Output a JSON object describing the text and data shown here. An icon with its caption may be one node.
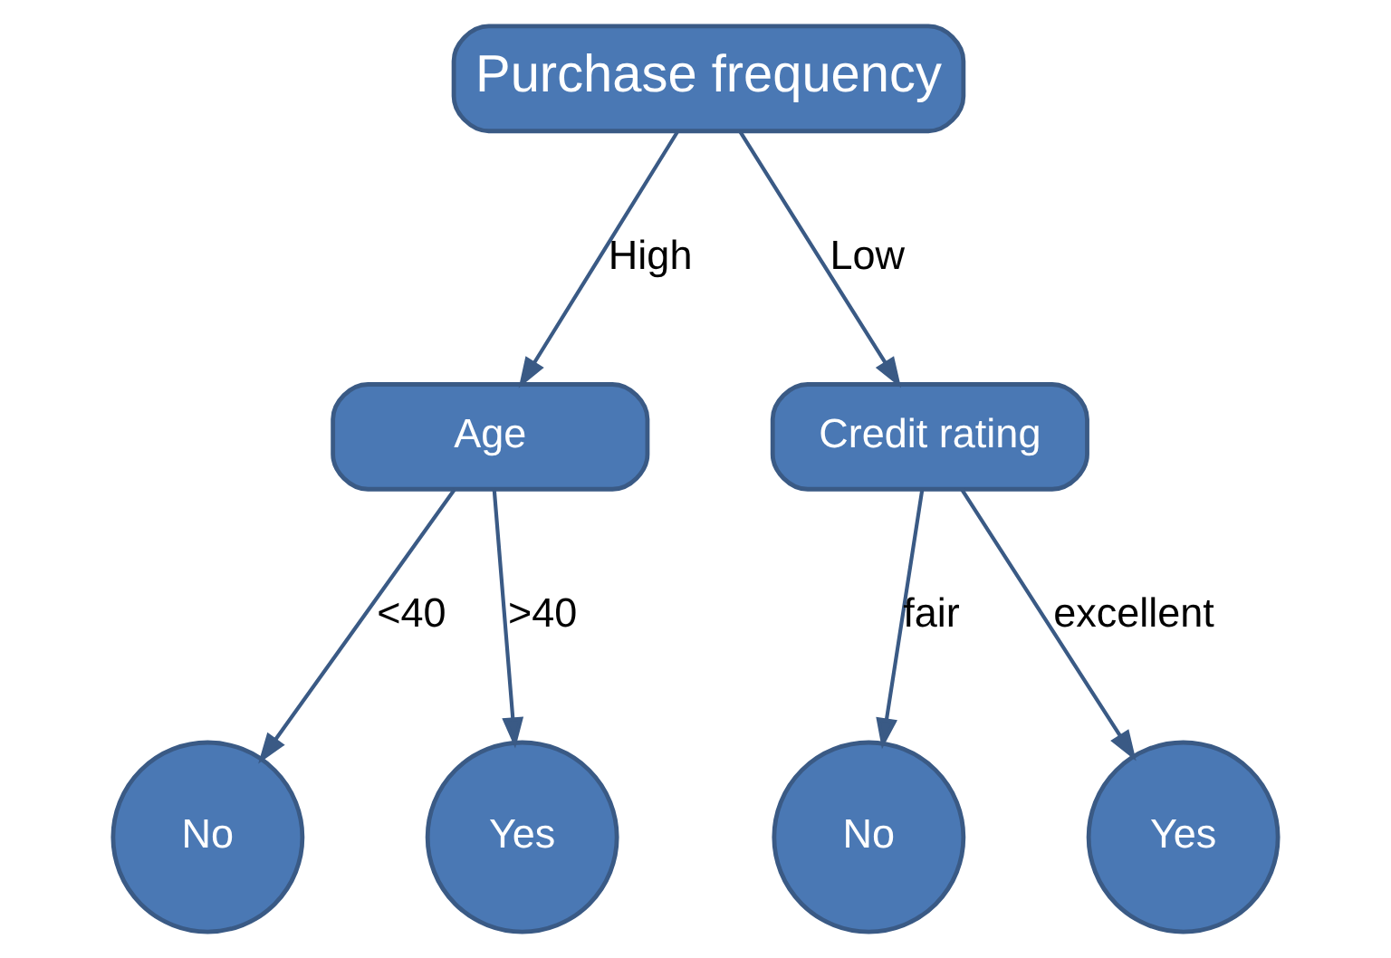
{
  "diagram": {
    "nodes": [
      {
        "text": [
          "Purchase frequency"
        ]
      },
      {
        "text": [
          "Age"
        ]
      },
      {
        "text": [
          "Credit rating"
        ]
      },
      {
        "text": [
          "No"
        ]
      },
      {
        "text": [
          "Yes"
        ]
      },
      {
        "text": [
          "No"
        ]
      },
      {
        "text": [
          "Yes"
        ]
      }
    ],
    "edges": [
      {
        "from": 0,
        "to": 1,
        "arrow": "to",
        "label": "High"
      },
      {
        "from": 0,
        "to": 2,
        "arrow": "to",
        "label": "Low"
      },
      {
        "from": 1,
        "to": 3,
        "arrow": "to",
        "label": "<40"
      },
      {
        "from": 1,
        "to": 4,
        "arrow": "to",
        "label": ">40"
      },
      {
        "from": 2,
        "to": 5,
        "arrow": "to",
        "label": "fair"
      },
      {
        "from": 2,
        "to": 6,
        "arrow": "to",
        "label": "excellent"
      }
    ]
  }
}
